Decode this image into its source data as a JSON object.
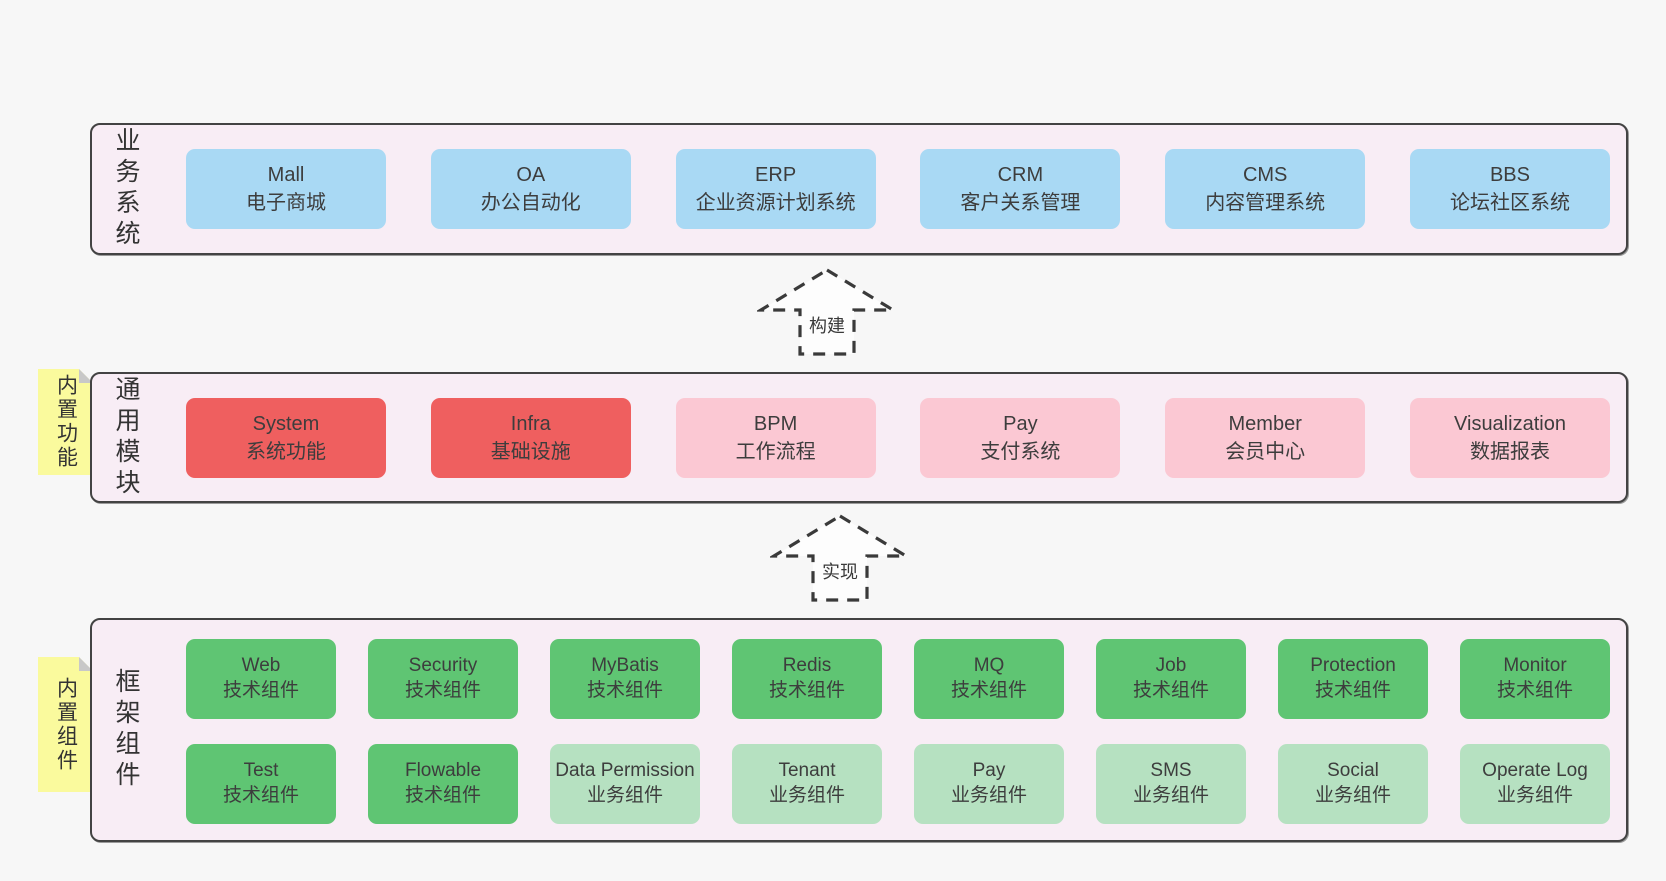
{
  "colors": {
    "page_bg": "#f7f7f7",
    "band_bg": "#f8edf5",
    "band_border": "#434343",
    "blue_box": "#a9d9f4",
    "red_box": "#ef5f5f",
    "pink_box": "#fbc8d3",
    "green_box": "#5fc573",
    "light_green_box": "#b6e1c1",
    "sticky_yellow": "#fafa9d",
    "sticky_fold": "#c8c8c8",
    "text": "#3d3d3d"
  },
  "band_business": {
    "label": "业务系统",
    "boxes": [
      {
        "title": "Mall",
        "subtitle": "电子商城"
      },
      {
        "title": "OA",
        "subtitle": "办公自动化"
      },
      {
        "title": "ERP",
        "subtitle": "企业资源计划系统"
      },
      {
        "title": "CRM",
        "subtitle": "客户关系管理"
      },
      {
        "title": "CMS",
        "subtitle": "内容管理系统"
      },
      {
        "title": "BBS",
        "subtitle": "论坛社区系统"
      }
    ]
  },
  "arrow_build": {
    "label": "构建"
  },
  "band_modules": {
    "label": "通用模块",
    "sticky": "内置功能",
    "boxes": [
      {
        "title": "System",
        "subtitle": "系统功能",
        "variant": "red"
      },
      {
        "title": "Infra",
        "subtitle": "基础设施",
        "variant": "red"
      },
      {
        "title": "BPM",
        "subtitle": "工作流程",
        "variant": "pink"
      },
      {
        "title": "Pay",
        "subtitle": "支付系统",
        "variant": "pink"
      },
      {
        "title": "Member",
        "subtitle": "会员中心",
        "variant": "pink"
      },
      {
        "title": "Visualization",
        "subtitle": "数据报表",
        "variant": "pink"
      }
    ]
  },
  "arrow_implement": {
    "label": "实现"
  },
  "band_framework": {
    "label": "框架组件",
    "sticky": "内置组件",
    "row1": [
      {
        "title": "Web",
        "subtitle": "技术组件",
        "variant": "green"
      },
      {
        "title": "Security",
        "subtitle": "技术组件",
        "variant": "green"
      },
      {
        "title": "MyBatis",
        "subtitle": "技术组件",
        "variant": "green"
      },
      {
        "title": "Redis",
        "subtitle": "技术组件",
        "variant": "green"
      },
      {
        "title": "MQ",
        "subtitle": "技术组件",
        "variant": "green"
      },
      {
        "title": "Job",
        "subtitle": "技术组件",
        "variant": "green"
      },
      {
        "title": "Protection",
        "subtitle": "技术组件",
        "variant": "green"
      },
      {
        "title": "Monitor",
        "subtitle": "技术组件",
        "variant": "green"
      }
    ],
    "row2": [
      {
        "title": "Test",
        "subtitle": "技术组件",
        "variant": "green"
      },
      {
        "title": "Flowable",
        "subtitle": "技术组件",
        "variant": "green"
      },
      {
        "title": "Data Permission",
        "subtitle": "业务组件",
        "variant": "light_green"
      },
      {
        "title": "Tenant",
        "subtitle": "业务组件",
        "variant": "light_green"
      },
      {
        "title": "Pay",
        "subtitle": "业务组件",
        "variant": "light_green"
      },
      {
        "title": "SMS",
        "subtitle": "业务组件",
        "variant": "light_green"
      },
      {
        "title": "Social",
        "subtitle": "业务组件",
        "variant": "light_green"
      },
      {
        "title": "Operate Log",
        "subtitle": "业务组件",
        "variant": "light_green"
      }
    ]
  }
}
